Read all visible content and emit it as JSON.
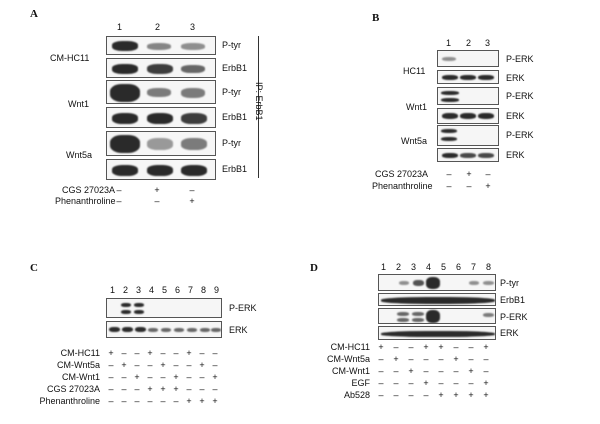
{
  "panels": {
    "A": {
      "label": "A",
      "lanes": [
        "1",
        "2",
        "3"
      ],
      "row_labels": [
        "CM-HC11",
        "Wnt1",
        "Wnt5a"
      ],
      "blot_labels": [
        "P-tyr",
        "ErbB1",
        "P-tyr",
        "ErbB1",
        "P-tyr",
        "ErbB1"
      ],
      "ip_label": "IP: ErbB1",
      "treatments": [
        {
          "name": "CGS 27023A",
          "signs": [
            "–",
            "+",
            "–"
          ]
        },
        {
          "name": "Phenanthroline",
          "signs": [
            "–",
            "–",
            "+"
          ]
        }
      ]
    },
    "B": {
      "label": "B",
      "lanes": [
        "1",
        "2",
        "3"
      ],
      "row_labels": [
        "HC11",
        "Wnt1",
        "Wnt5a"
      ],
      "blot_labels": [
        "P-ERK",
        "ERK",
        "P-ERK",
        "ERK",
        "P-ERK",
        "ERK"
      ],
      "treatments": [
        {
          "name": "CGS 27023A",
          "signs": [
            "–",
            "+",
            "–"
          ]
        },
        {
          "name": "Phenanthroline",
          "signs": [
            "–",
            "–",
            "+"
          ]
        }
      ]
    },
    "C": {
      "label": "C",
      "lanes": [
        "1",
        "2",
        "3",
        "4",
        "5",
        "6",
        "7",
        "8",
        "9"
      ],
      "blot_labels": [
        "P-ERK",
        "ERK"
      ],
      "treatments": [
        {
          "name": "CM-HC11",
          "signs": [
            "+",
            "–",
            "–",
            "+",
            "–",
            "–",
            "+",
            "–",
            "–"
          ]
        },
        {
          "name": "CM-Wnt5a",
          "signs": [
            "–",
            "+",
            "–",
            "–",
            "+",
            "–",
            "–",
            "+",
            "–"
          ]
        },
        {
          "name": "CM-Wnt1",
          "signs": [
            "–",
            "–",
            "+",
            "–",
            "–",
            "+",
            "–",
            "–",
            "+"
          ]
        },
        {
          "name": "CGS 27023A",
          "signs": [
            "–",
            "–",
            "–",
            "+",
            "+",
            "+",
            "–",
            "–",
            "–"
          ]
        },
        {
          "name": "Phenanthroline",
          "signs": [
            "–",
            "–",
            "–",
            "–",
            "–",
            "–",
            "+",
            "+",
            "+"
          ]
        }
      ]
    },
    "D": {
      "label": "D",
      "lanes": [
        "1",
        "2",
        "3",
        "4",
        "5",
        "6",
        "7",
        "8"
      ],
      "blot_labels": [
        "P-tyr",
        "ErbB1",
        "P-ERK",
        "ERK"
      ],
      "treatments": [
        {
          "name": "CM-HC11",
          "signs": [
            "+",
            "–",
            "–",
            "+",
            "+",
            "–",
            "–",
            "+"
          ]
        },
        {
          "name": "CM-Wnt5a",
          "signs": [
            "–",
            "+",
            "–",
            "–",
            "–",
            "+",
            "–",
            "–"
          ]
        },
        {
          "name": "CM-Wnt1",
          "signs": [
            "–",
            "–",
            "+",
            "–",
            "–",
            "–",
            "+",
            "–"
          ]
        },
        {
          "name": "EGF",
          "signs": [
            "–",
            "–",
            "–",
            "+",
            "–",
            "–",
            "–",
            "+"
          ]
        },
        {
          "name": "Ab528",
          "signs": [
            "–",
            "–",
            "–",
            "–",
            "+",
            "+",
            "+",
            "+"
          ]
        }
      ]
    }
  }
}
